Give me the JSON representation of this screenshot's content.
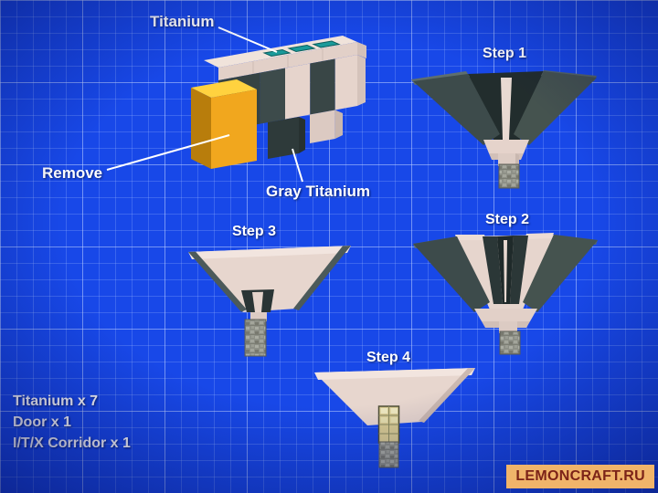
{
  "diagram": {
    "annotations": {
      "titanium": "Titanium",
      "remove": "Remove",
      "gray_titanium": "Gray Titanium"
    },
    "steps": [
      {
        "label": "Step 1"
      },
      {
        "label": "Step 2"
      },
      {
        "label": "Step 3"
      },
      {
        "label": "Step 4"
      }
    ],
    "materials": [
      "Titanium x 7",
      "Door x 1",
      "I/T/X Corridor x 1"
    ],
    "watermark": "LEMONCRAFT.RU"
  },
  "colors": {
    "blueprint_background": "#1848e8",
    "grid_line": "#6a8ef5",
    "label_text": "#ffffff",
    "titanium_block_pink": "#e6d4cc",
    "titanium_block_light": "#f0e3db",
    "gray_titanium_block": "#3d4b4b",
    "gray_titanium_dark": "#222d2d",
    "remove_block_yellow": "#f1a71e",
    "remove_block_yellow_top": "#ffd23f",
    "hatch_teal": "#1a9a9a",
    "cobblestone_gray": "#8e9087",
    "door_tan": "#d8cb92",
    "watermark_background": "#f0b46a",
    "watermark_text": "#7c2318"
  }
}
